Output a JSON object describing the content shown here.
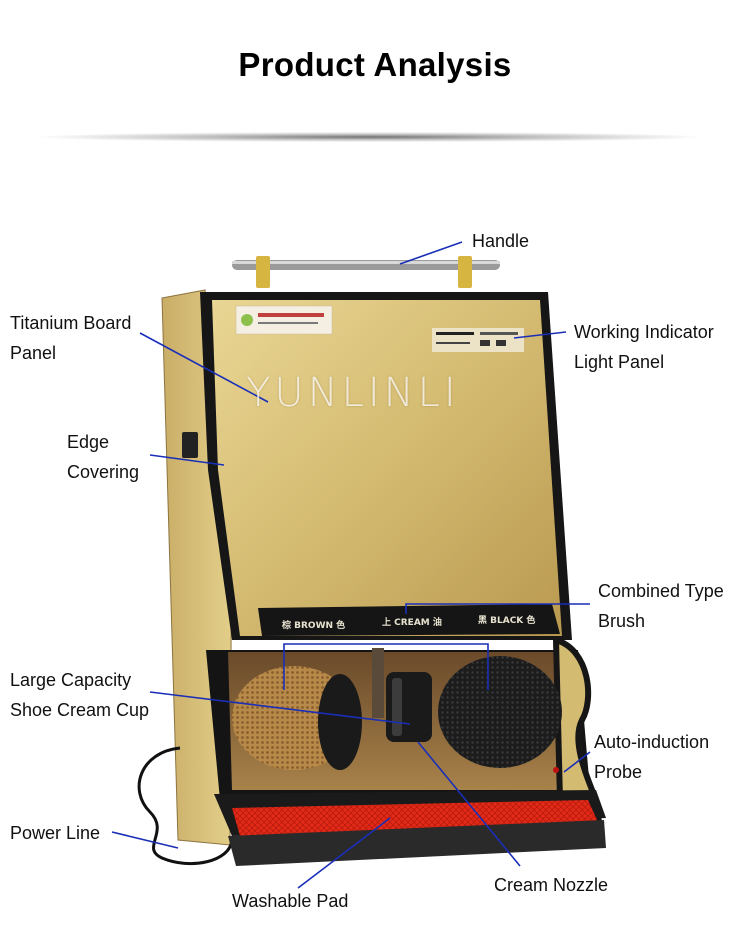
{
  "title": "Product Analysis",
  "watermark": "YUNLINLI",
  "machine": {
    "band_labels": [
      "棕 BROWN 色",
      "上 CREAM 油",
      "黑 BLACK 色"
    ]
  },
  "callouts": {
    "handle": [
      "Handle"
    ],
    "titanium_panel": [
      "Titanium Board",
      "Panel"
    ],
    "working_indicator": [
      "Working Indicator",
      "Light Panel"
    ],
    "edge_covering": [
      "Edge",
      "Covering"
    ],
    "combined_brush": [
      "Combined Type",
      "Brush"
    ],
    "cream_cup": [
      "Large Capacity",
      "Shoe Cream Cup"
    ],
    "auto_probe": [
      "Auto-induction",
      "Probe"
    ],
    "power_line": [
      "Power Line"
    ],
    "cream_nozzle": [
      "Cream Nozzle"
    ],
    "washable_pad": [
      "Washable Pad"
    ]
  },
  "colors": {
    "leader_line": "#1a2fb8",
    "body_gold": "#d8c07a",
    "frame_black": "#151515",
    "pad_red": "#e02a1a"
  }
}
